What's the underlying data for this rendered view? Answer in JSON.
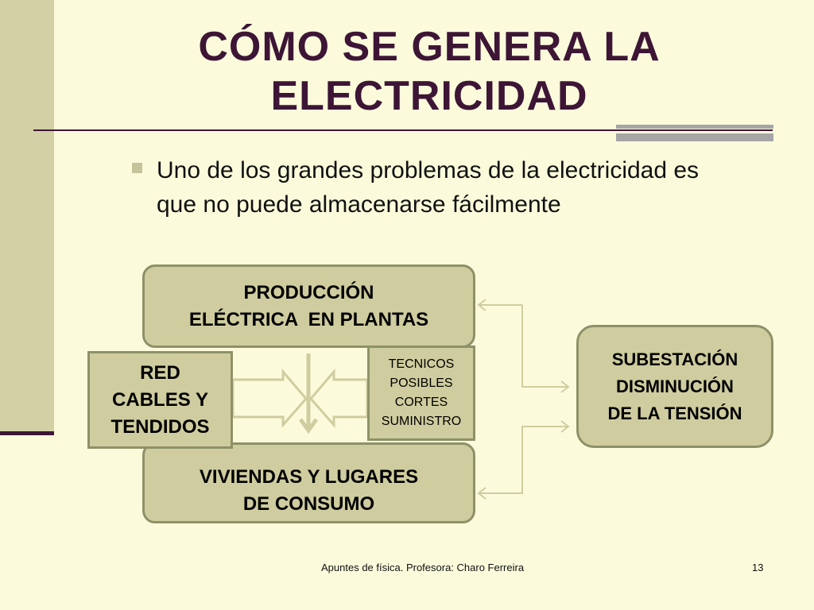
{
  "slide": {
    "title_lines": [
      "CÓMO SE GENERA LA",
      "ELECTRICIDAD"
    ],
    "bullet": "Uno de los grandes problemas de la electricidad es que no puede almacenarse fácilmente"
  },
  "diagram": {
    "produccion": [
      "PRODUCCIÓN",
      "ELÉCTRICA  EN PLANTAS"
    ],
    "subestacion": [
      "SUBESTACIÓN",
      "DISMINUCIÓN",
      "DE LA TENSIÓN"
    ],
    "red": [
      "RED",
      "CABLES Y",
      "TENDIDOS"
    ],
    "tecnicos": [
      "TECNICOS",
      "POSIBLES",
      "CORTES",
      "SUMINISTRO"
    ],
    "viviendas": [
      "VIVIENDAS Y LUGARES",
      "DE CONSUMO"
    ]
  },
  "footer": {
    "text": "Apuntes de física. Profesora: Charo Ferreira",
    "page": "13"
  },
  "colors": {
    "background": "#fbfbdc",
    "title": "#3d1535",
    "box_fill": "#cfcd9f",
    "box_border": "#8e9167",
    "arrow": "#cfcd9f"
  }
}
